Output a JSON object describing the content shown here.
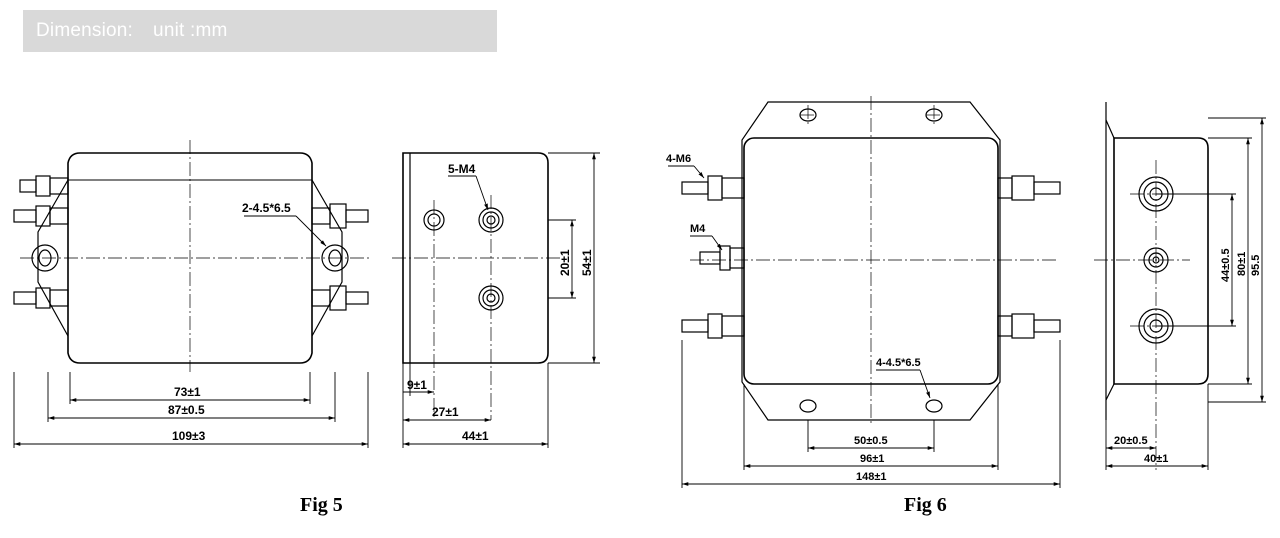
{
  "banner": {
    "label": "Dimension:",
    "unit": "unit :mm"
  },
  "fig5": {
    "caption": "Fig 5",
    "front": {
      "callout": "2-4.5*6.5",
      "dims": [
        "73±1",
        "87±0.5",
        "109±3"
      ]
    },
    "side": {
      "callout": "5-M4",
      "dims": [
        "9±1",
        "27±1",
        "44±1"
      ],
      "vdims": [
        "20±1",
        "54±1"
      ]
    }
  },
  "fig6": {
    "caption": "Fig 6",
    "front": {
      "callouts": [
        "4-M6",
        "M4",
        "4-4.5*6.5"
      ],
      "dims": [
        "50±0.5",
        "96±1",
        "148±1"
      ]
    },
    "side": {
      "dims": [
        "20±0.5",
        "40±1"
      ],
      "vdims": [
        "44±0.5",
        "80±1",
        "95.5"
      ]
    }
  }
}
